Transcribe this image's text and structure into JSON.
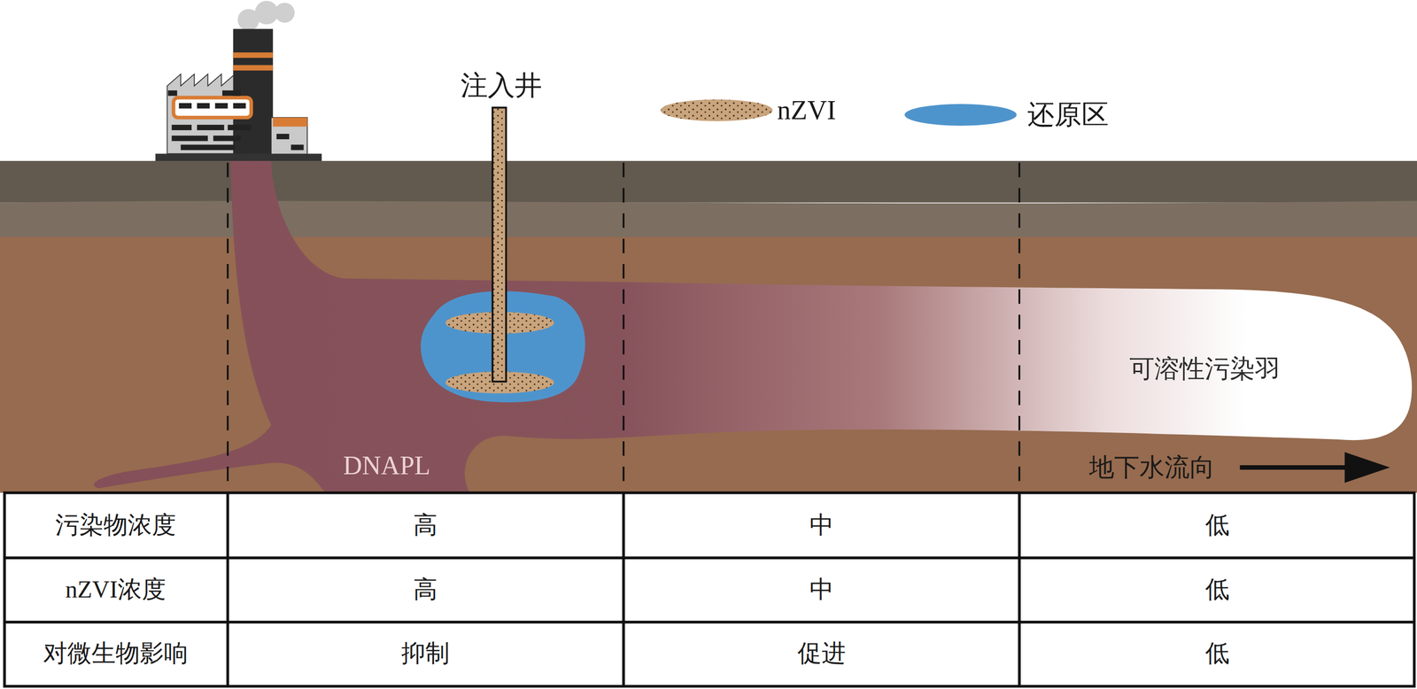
{
  "diagram": {
    "labels": [
      "注入井",
      "可溶性污染羽",
      "DNAPL",
      "地下水流向",
      "污染物浓度",
      "高",
      "中",
      "低",
      "nZVI浓度",
      "高",
      "中",
      "低",
      "对微生物影响",
      "抑制",
      "促进",
      "低"
    ],
    "legend": [
      {
        "text": "nZVI"
      },
      {
        "text": "还原区",
        "color": "#4e94cc"
      }
    ]
  }
}
